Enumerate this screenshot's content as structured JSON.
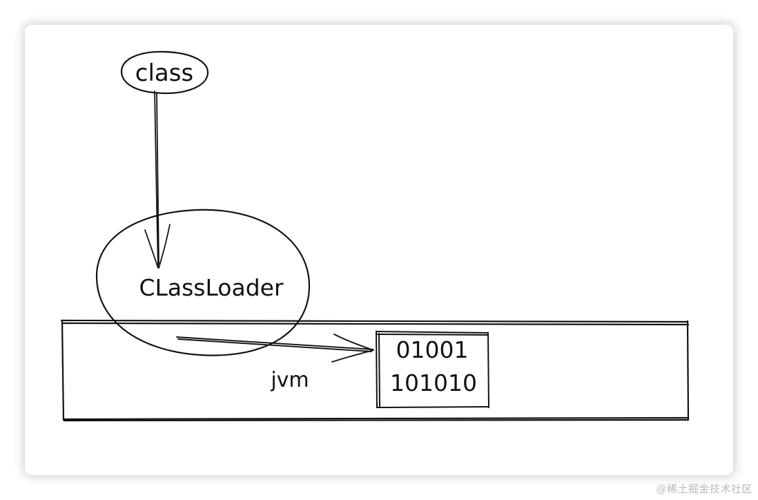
{
  "nodes": {
    "class_label": "class",
    "classloader_label": "CLassLoader",
    "jvm_label": "jvm",
    "binary_line1": "01001",
    "binary_line2": "101010"
  },
  "watermark": "@稀土掘金技术社区"
}
